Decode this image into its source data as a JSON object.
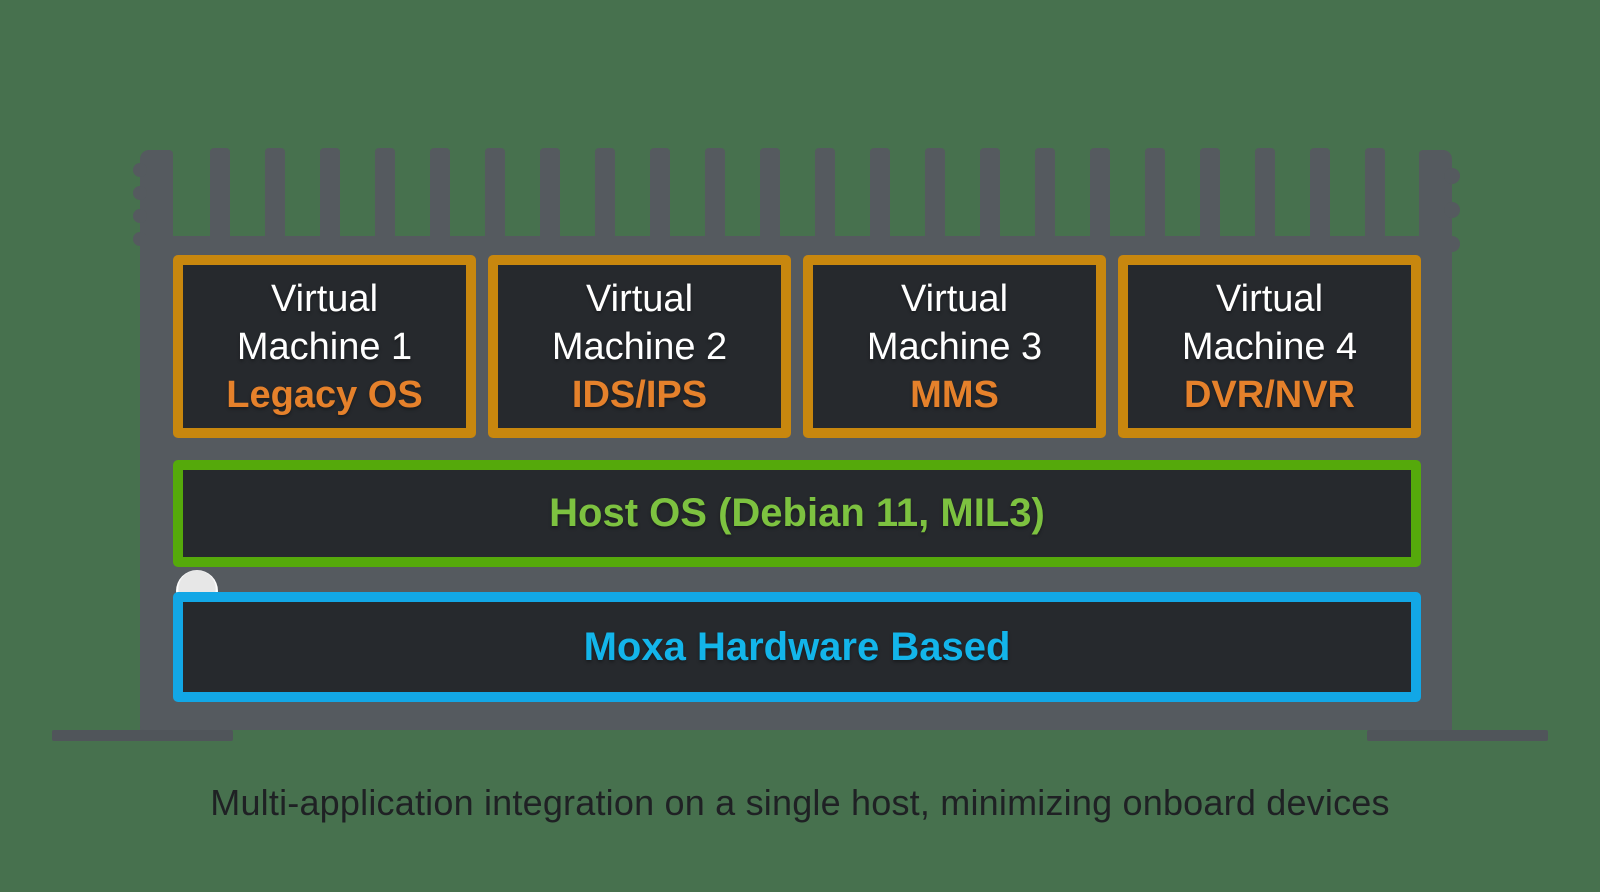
{
  "diagram": {
    "vm_layer": [
      {
        "title_line1": "Virtual",
        "title_line2": "Machine 1",
        "app": "Legacy OS"
      },
      {
        "title_line1": "Virtual",
        "title_line2": "Machine 2",
        "app": "IDS/IPS"
      },
      {
        "title_line1": "Virtual",
        "title_line2": "Machine 3",
        "app": "MMS"
      },
      {
        "title_line1": "Virtual",
        "title_line2": "Machine 4",
        "app": "DVR/NVR"
      }
    ],
    "host_layer": {
      "label": "Host OS (Debian 11, MIL3)"
    },
    "hardware_layer": {
      "label": "Moxa Hardware Based"
    },
    "caption": "Multi-application integration on a single host, minimizing onboard devices",
    "colors": {
      "background": "#47714e",
      "device_body": "#555a5f",
      "panel_fill": "#26292d",
      "vm_border": "#c8870e",
      "vm_title_text": "#ffffff",
      "vm_app_text": "#e5812b",
      "host_border": "#55a90b",
      "host_text": "#7dc240",
      "hardware_border": "#12a7e6",
      "hardware_text": "#13b5ea",
      "caption_text": "#1f2124"
    }
  }
}
